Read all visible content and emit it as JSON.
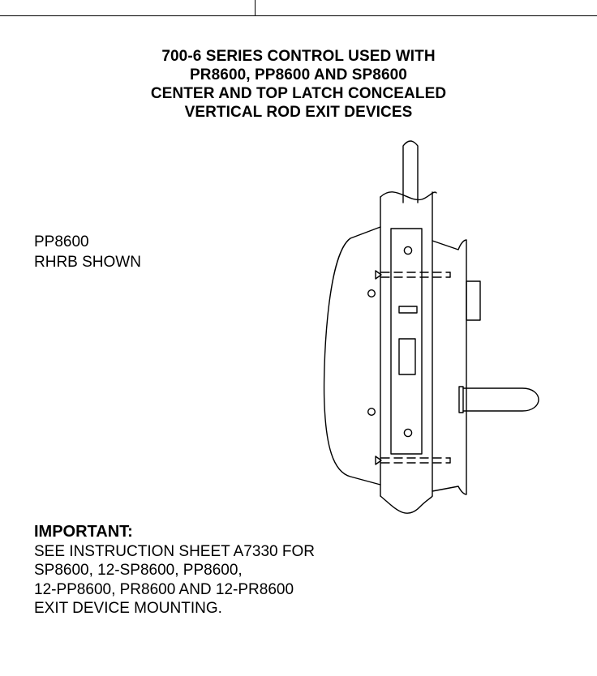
{
  "title": {
    "lines": [
      "700-6 SERIES CONTROL USED WITH",
      "PR8600, PP8600 AND SP8600",
      "CENTER AND TOP LATCH CONCEALED",
      "VERTICAL ROD EXIT DEVICES"
    ]
  },
  "model_label": {
    "line1": "PP8600",
    "line2": "RHRB SHOWN"
  },
  "important_note": {
    "heading": "IMPORTANT:",
    "lines": [
      "SEE INSTRUCTION SHEET A7330 FOR",
      "SP8600, 12-SP8600, PP8600,",
      "12-PP8600, PR8600 AND 12-PR8600",
      "EXIT DEVICE MOUNTING."
    ]
  },
  "colors": {
    "line": "#000000",
    "background": "#ffffff"
  }
}
